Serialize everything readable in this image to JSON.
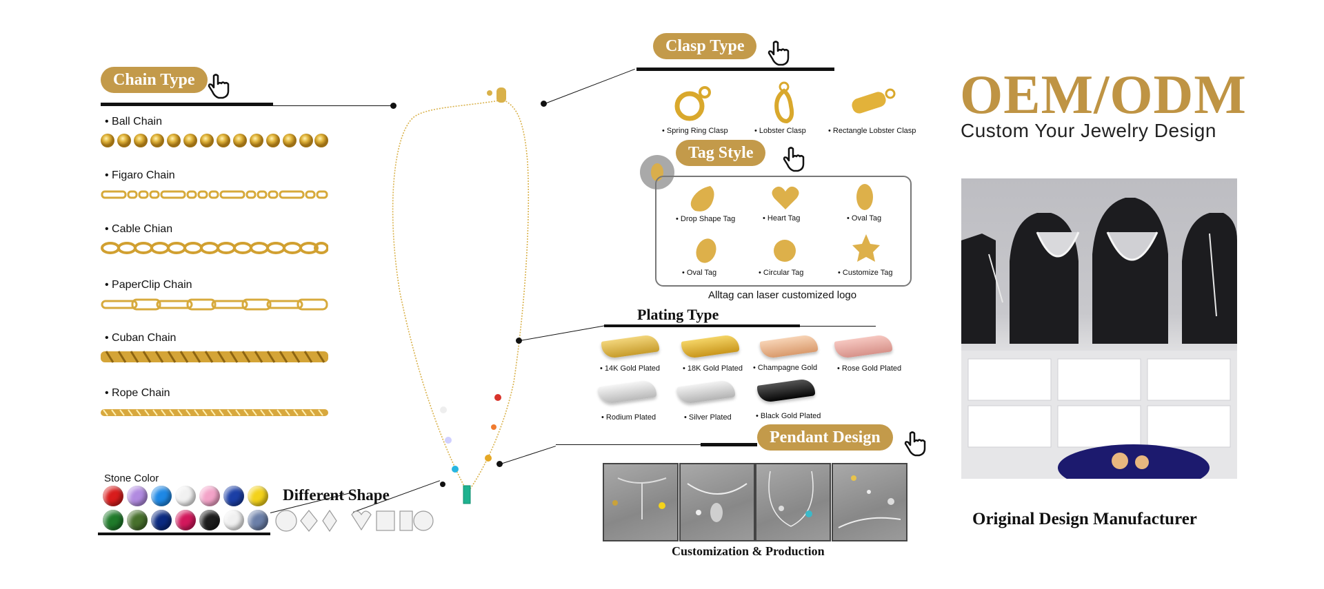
{
  "chain_type": {
    "heading": "Chain Type",
    "items": [
      {
        "label": "Ball Chain"
      },
      {
        "label": "Figaro Chain"
      },
      {
        "label": "Cable Chian"
      },
      {
        "label": "PaperClip Chain"
      },
      {
        "label": "Cuban Chain"
      },
      {
        "label": "Rope Chain"
      }
    ]
  },
  "stone_color": {
    "label": "Stone Color",
    "colors": [
      "#d81c1c",
      "#b18ae0",
      "#1e88e5",
      "#f1f1f1",
      "#f3a3c8",
      "#1b3fa6",
      "#f3d21a",
      "#1f7a2a",
      "#47702c",
      "#0b2a80",
      "#d2185c",
      "#1c1c1c",
      "#f0f0f0",
      "#6b7fa8"
    ]
  },
  "different_shape": {
    "heading": "Different Shape"
  },
  "clasp_type": {
    "heading": "Clasp Type",
    "items": [
      {
        "label": "Spring Ring Clasp"
      },
      {
        "label": "Lobster Clasp"
      },
      {
        "label": "Rectangle Lobster Clasp"
      }
    ]
  },
  "tag_style": {
    "heading": "Tag Style",
    "items": [
      {
        "label": "Drop Shape Tag"
      },
      {
        "label": "Heart Tag"
      },
      {
        "label": "Oval Tag"
      },
      {
        "label": "Oval Tag"
      },
      {
        "label": "Circular Tag"
      },
      {
        "label": "Customize Tag"
      }
    ],
    "note": "Alltag can laser customized logo"
  },
  "plating_type": {
    "heading": "Plating Type",
    "items": [
      {
        "label": "14K Gold Plated",
        "color": "#d9b449"
      },
      {
        "label": "18K Gold Plated",
        "color": "#e0b93a"
      },
      {
        "label": "Champagne Gold",
        "color": "#e9b995"
      },
      {
        "label": "Rose Gold Plated",
        "color": "#e6a5a0"
      },
      {
        "label": "Rodium Plated",
        "color": "#d8d8d8"
      },
      {
        "label": "Silver Plated",
        "color": "#c9c9c9"
      },
      {
        "label": "Black Gold Plated",
        "color": "#1a1a1a"
      }
    ]
  },
  "pendant_design": {
    "heading": "Pendant Design",
    "caption": "Customization & Production"
  },
  "oem": {
    "title": "OEM/ODM",
    "subtitle": "Custom Your Jewelry Design",
    "footer": "Original Design Manufacturer"
  },
  "colors": {
    "accent_gold": "#c39a4a",
    "text": "#111111"
  }
}
